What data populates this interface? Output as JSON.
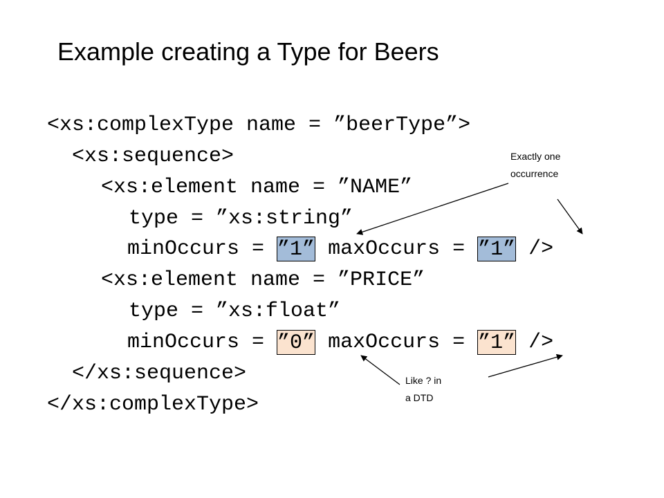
{
  "slide": {
    "title": "Example creating a Type for Beers"
  },
  "code": {
    "line1": "<xs:complexType name = ”beerType”>",
    "line2": "<xs:sequence>",
    "line3": "<xs:element name = ”NAME”",
    "line4": "type = ”xs:string”",
    "line5_pre": "minOccurs = ",
    "line5_val1": "”1”",
    "line5_mid": " maxOccurs = ",
    "line5_val2": "”1”",
    "line5_post": " />",
    "line6": "<xs:element name = ”PRICE”",
    "line7": "type = ”xs:float”",
    "line8_pre": "minOccurs = ",
    "line8_val1": "”0”",
    "line8_mid": " maxOccurs = ",
    "line8_val2": "”1”",
    "line8_post": " />",
    "line9": "</xs:sequence>",
    "line10": "</xs:complexType>"
  },
  "annotations": {
    "exactly_one": "Exactly one\noccurrence",
    "like_dtd": "Like ? in\na DTD"
  },
  "colors": {
    "highlight_required": "#a3bcd9",
    "highlight_optional": "#fbe3cf"
  }
}
